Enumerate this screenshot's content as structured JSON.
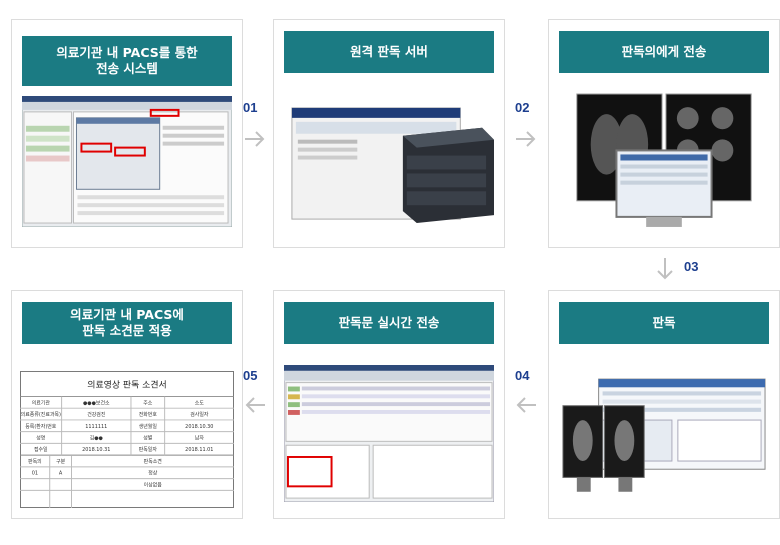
{
  "steps": [
    {
      "title": "의료기관 내 PACS를 통한\n전송 시스템"
    },
    {
      "title": "원격 판독 서버"
    },
    {
      "title": "판독의에게 전송"
    },
    {
      "title": "판독"
    },
    {
      "title": "판독문 실시간 전송"
    },
    {
      "title": "의료기관 내 PACS에\n판독 소견문 적용"
    }
  ],
  "step_numbers": [
    "01",
    "02",
    "03",
    "04",
    "05"
  ],
  "report": {
    "heading": "의료영상 판독 소견서",
    "rows": [
      [
        "의료기관",
        "●●●보건소",
        "주소",
        "소도"
      ],
      [
        "의료종류(진료과목)",
        "건강검진",
        "전화번호",
        "검사일자"
      ],
      [
        "등록(환자)번호",
        "1111111",
        "생년월일",
        "2018.10.30"
      ],
      [
        "성명",
        "김●●",
        "성별",
        "남자"
      ],
      [
        "접수일",
        "2018.10.31",
        "판독일자",
        "2018.11.01"
      ]
    ],
    "table_head": [
      "판독의",
      "구분",
      "판독소견"
    ],
    "table_rows": [
      [
        "01",
        "A",
        "정상"
      ],
      [
        "",
        "",
        "이상없음"
      ]
    ]
  },
  "colors": {
    "title_bg": "#1b7b83",
    "number": "#1d3f8f",
    "arrow": "#c0c0c0"
  }
}
